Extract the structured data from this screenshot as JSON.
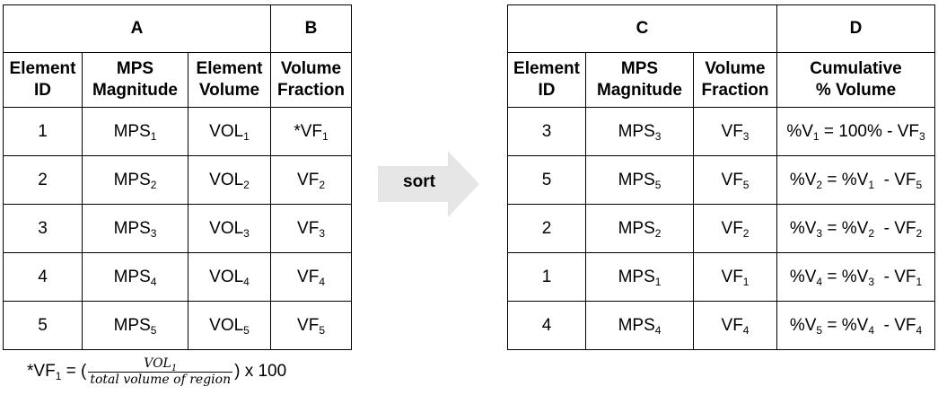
{
  "left_table": {
    "group_a": "A",
    "group_b": "B",
    "headers": [
      [
        "Element",
        "ID"
      ],
      [
        "MPS",
        "Magnitude"
      ],
      [
        "Element",
        "Volume"
      ],
      [
        "Volume",
        "Fraction"
      ]
    ],
    "rows": [
      {
        "id": "1",
        "mps": "MPS",
        "mps_sub": "1",
        "vol": "VOL",
        "vol_sub": "1",
        "vf": "*VF",
        "vf_sub": "1"
      },
      {
        "id": "2",
        "mps": "MPS",
        "mps_sub": "2",
        "vol": "VOL",
        "vol_sub": "2",
        "vf": "VF",
        "vf_sub": "2"
      },
      {
        "id": "3",
        "mps": "MPS",
        "mps_sub": "3",
        "vol": "VOL",
        "vol_sub": "3",
        "vf": "VF",
        "vf_sub": "3"
      },
      {
        "id": "4",
        "mps": "MPS",
        "mps_sub": "4",
        "vol": "VOL",
        "vol_sub": "4",
        "vf": "VF",
        "vf_sub": "4"
      },
      {
        "id": "5",
        "mps": "MPS",
        "mps_sub": "5",
        "vol": "VOL",
        "vol_sub": "5",
        "vf": "VF",
        "vf_sub": "5"
      }
    ]
  },
  "sort_label": "sort",
  "right_table": {
    "group_c": "C",
    "group_d": "D",
    "headers": [
      [
        "Element",
        "ID"
      ],
      [
        "MPS",
        "Magnitude"
      ],
      [
        "Volume",
        "Fraction"
      ],
      [
        "Cumulative",
        "% Volume"
      ]
    ],
    "rows": [
      {
        "id": "3",
        "mps": "MPS",
        "mps_sub": "3",
        "vf": "VF",
        "vf_sub": "3",
        "cum": {
          "lhs": "%V",
          "lhs_sub": "1",
          "mid": " = 100% - ",
          "mid_sub": "",
          "tail": "VF",
          "tail_sub": "3"
        }
      },
      {
        "id": "5",
        "mps": "MPS",
        "mps_sub": "5",
        "vf": "VF",
        "vf_sub": "5",
        "cum": {
          "lhs": "%V",
          "lhs_sub": "2",
          "mid": " = %V",
          "mid_sub": "1",
          "tail": "  - VF",
          "tail_sub": "5"
        }
      },
      {
        "id": "2",
        "mps": "MPS",
        "mps_sub": "2",
        "vf": "VF",
        "vf_sub": "2",
        "cum": {
          "lhs": "%V",
          "lhs_sub": "3",
          "mid": " = %V",
          "mid_sub": "2",
          "tail": "  - VF",
          "tail_sub": "2"
        }
      },
      {
        "id": "1",
        "mps": "MPS",
        "mps_sub": "1",
        "vf": "VF",
        "vf_sub": "1",
        "cum": {
          "lhs": "%V",
          "lhs_sub": "4",
          "mid": " = %V",
          "mid_sub": "3",
          "tail": "  - VF",
          "tail_sub": "1"
        }
      },
      {
        "id": "4",
        "mps": "MPS",
        "mps_sub": "4",
        "vf": "VF",
        "vf_sub": "4",
        "cum": {
          "lhs": "%V",
          "lhs_sub": "5",
          "mid": " = %V",
          "mid_sub": "4",
          "tail": "  - VF",
          "tail_sub": "4"
        }
      }
    ]
  },
  "footnote": {
    "lhs": "*VF",
    "lhs_sub": "1",
    "eq": " = (",
    "num": "VOL",
    "num_sub": "1",
    "den": "total volume of region",
    "tail": ") x 100"
  },
  "colors": {
    "arrow": "#e6e6e6",
    "border": "#000000"
  }
}
